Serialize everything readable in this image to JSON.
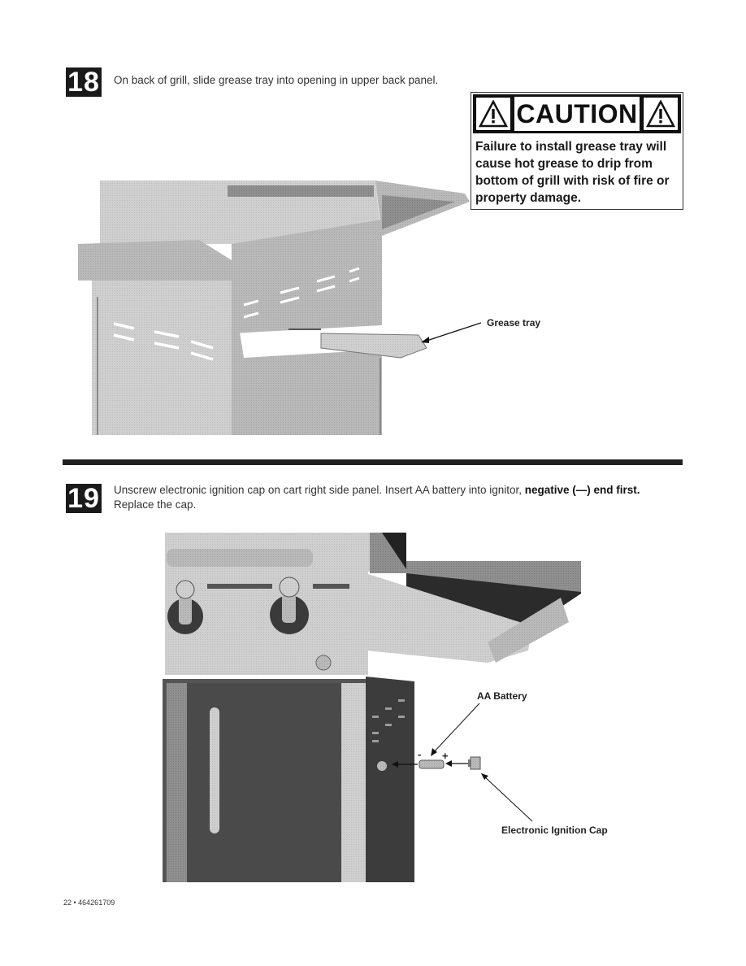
{
  "step18": {
    "number": "18",
    "instruction": "On back of grill, slide grease tray into opening in upper back panel."
  },
  "caution": {
    "title": "CAUTION",
    "body": "Failure to install grease tray will cause hot grease to drip from bottom of grill with risk of fire or property damage."
  },
  "figure18": {
    "callout": "Grease tray"
  },
  "step19": {
    "number": "19",
    "instruction_part1": "Unscrew electronic ignition cap on cart right side panel. Insert AA battery into ignitor, ",
    "instruction_bold": "negative (—) end first.",
    "instruction_line2": "Replace the cap."
  },
  "figure19": {
    "callout_battery": "AA Battery",
    "minus": "-",
    "plus": "+",
    "callout_cap": "Electronic Ignition Cap"
  },
  "footer": {
    "page": "22 • 464261709"
  }
}
